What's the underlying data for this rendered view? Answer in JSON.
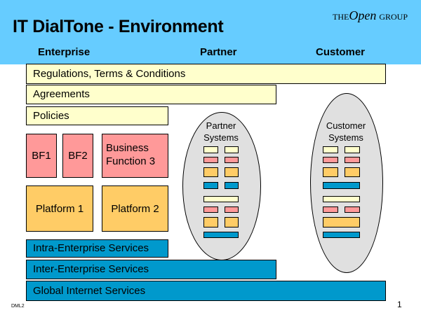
{
  "title": "IT DialTone - Environment",
  "logo": {
    "the": "THE",
    "open": "Open",
    "group": "GROUP"
  },
  "columns": {
    "enterprise": "Enterprise",
    "partner": "Partner",
    "customer": "Customer"
  },
  "bars": {
    "regulations": "Regulations, Terms & Conditions",
    "agreements": "Agreements",
    "policies": "Policies",
    "intra": "Intra-Enterprise Services",
    "inter": "Inter-Enterprise Services",
    "global": "Global Internet Services"
  },
  "business_functions": {
    "bf1": "BF1",
    "bf2": "BF2",
    "bf3": "Business Function 3"
  },
  "platforms": {
    "p1": "Platform 1",
    "p2": "Platform 2"
  },
  "ovals": {
    "partner": "Partner Systems",
    "customer": "Customer Systems"
  },
  "footer": {
    "code": "DML2",
    "page": "1"
  },
  "colors": {
    "header": "#66ccff",
    "yellow": "#ffffcc",
    "pink": "#ff9999",
    "orange": "#ffcc66",
    "blue": "#0099cc",
    "oval": "#e0e0e0"
  }
}
